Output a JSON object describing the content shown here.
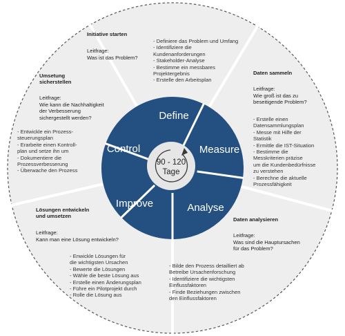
{
  "colors": {
    "outer_fill": "#eeeeee",
    "outer_border": "#555555",
    "inner_fill": "#235081",
    "divider": "#ffffff",
    "center_fill": "#e6e6e6"
  },
  "cycle": {
    "center_line1": "90 - 120",
    "center_line2": "Tage",
    "phases": [
      "Define",
      "Measure",
      "Analyse",
      "Improve",
      "Control"
    ]
  },
  "sections": {
    "define": {
      "title": "Initiative starten",
      "question_label": "Leitfrage:",
      "question": "Was ist das Problem?",
      "tasks": "- Definiere das Problem und Umfang\n- Identifiziere die\n  Kundenanforderungen\n- Stakeholder-Analyse\n- Bestimme ein messbares\n  Projektergebnis\n- Erstelle den Arbeitsplan"
    },
    "measure": {
      "title": "Daten sammeln",
      "question_label": "Leitfrage:",
      "question": "Wie groß ist das zu\nbeseitigende Problem?",
      "tasks": "- Erstelle einen\n  Datensammlungsplan\n- Messe mit Hilfe der\n  Statistik\n- Ermittle die IST-Situation\n- Bestimme die\n  Messkriterien präzise\n  um die Kundenbedürfnisse\n  zu verstehen\n- Berechne die aktuelle\n  Prozessfähigkeit"
    },
    "analyse": {
      "title": "Daten analysieren",
      "question_label": "Leitfrage:",
      "question": "Was sind die Hauptursachen\nfür das Problem?",
      "tasks": "- Bilde den Prozess detailliert ab\n  Betreibe Ursachenforschung\n- Identifiziere die wichtigsten\n  Einflussfaktoren\n- Finde Beziehungen zwischen\n  den Einflussfaktoren"
    },
    "improve": {
      "title": "Lösungen entwickeln\nund umsetzen",
      "question_label": "Leitfrage:",
      "question": "Kann man eine Lösung entwickeln?",
      "tasks": "- Enwickle Lösungen für\n  die wichtigsten Ursachen\n- Bewerte die Lösungen\n- Wähle die beste Lösung aus\n- Erstelle einen Änderungsplan\n- Führe ein Pilotprojekt durch\n- Rolle die Lösung aus"
    },
    "control": {
      "title": "Umsetung\nsicherstellen",
      "question_label": "Leitfrage:",
      "question": "Wie kann die Nachhaltigkeit\nder Verbesserung\nsichergestellt werden?",
      "tasks": "- Entwickle ein Prozess-\n  steuerungsplan\n- Erarbeite einen Kontroll-\n  plan und setze ihn um\n- Dokumentiere die\n  Prozessverbesserung\n- Überwache den Prozess"
    }
  }
}
